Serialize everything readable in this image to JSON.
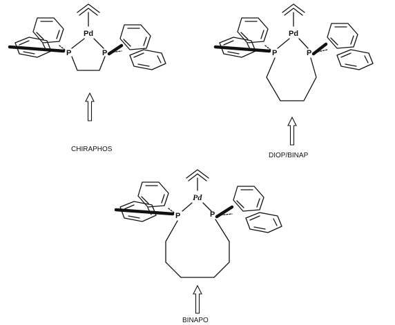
{
  "structures": [
    {
      "name": "CHIRAPHOS",
      "metal": "Pd",
      "donor_left": "P",
      "donor_right": "P"
    },
    {
      "name": "DIOP/BINAP",
      "metal": "Pd",
      "donor_left": "P",
      "donor_right": "P"
    },
    {
      "name": "BINAPO",
      "metal": "Pd",
      "donor_left": "P",
      "donor_right": "P"
    }
  ]
}
